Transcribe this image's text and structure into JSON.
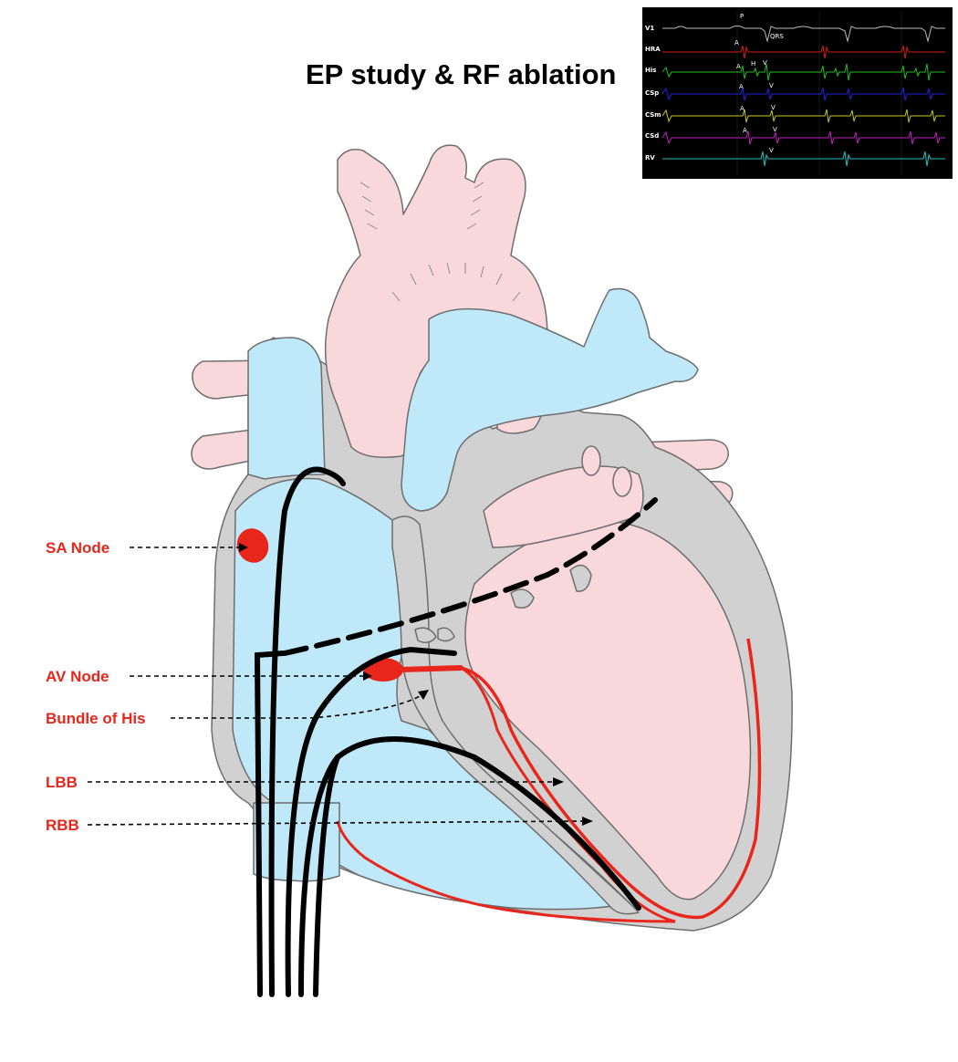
{
  "title": "EP study & RF ablation",
  "labels": {
    "sa_node": "SA Node",
    "av_node": "AV Node",
    "bundle_of_his": "Bundle of His",
    "lbb": "LBB",
    "rbb": "RBB"
  },
  "egm": {
    "channels": [
      "V1",
      "HRA",
      "His",
      "CSp",
      "CSm",
      "CSd",
      "RV"
    ],
    "annotations": {
      "p": "P",
      "qrs": "QRS",
      "a": "A",
      "h": "H",
      "v": "V"
    },
    "colors": {
      "V1": "#bdbdbd",
      "HRA": "#d41b1b",
      "His": "#1fbf1f",
      "CSp": "#2121e0",
      "CSm": "#c8c81e",
      "CSd": "#c21ec2",
      "RV": "#1ec2c2",
      "background": "#000000"
    }
  },
  "colors": {
    "arterial": "#f9d8dc",
    "venous": "#bfe8f8",
    "wall": "#d1d1d1",
    "conduction": "#e8261c",
    "catheter": "#000000"
  }
}
